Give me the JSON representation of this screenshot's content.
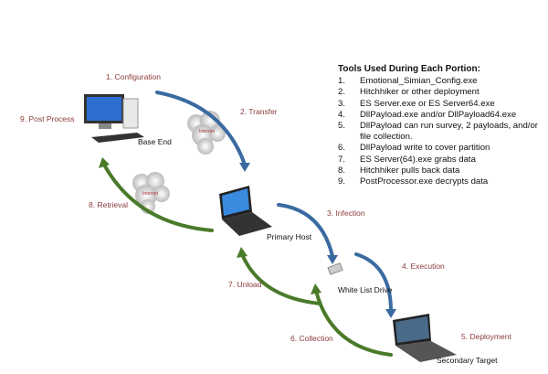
{
  "steps": {
    "s1": "1. Configuration",
    "s2": "2. Transfer",
    "s3": "3. Infection",
    "s4": "4. Execution",
    "s5": "5. Deployment",
    "s6": "6. Collection",
    "s7": "7. Unload",
    "s8": "8. Retrieval",
    "s9": "9. Post Process"
  },
  "devices": {
    "base": "Base End",
    "primary": "Primary Host",
    "usb": "White List Drive",
    "secondary": "Secondary Target"
  },
  "cloud_label": "Internet",
  "tools": {
    "title": "Tools Used During Each Portion:",
    "items": [
      {
        "n": "1.",
        "text": "Emotional_Simian_Config.exe"
      },
      {
        "n": "2.",
        "text": "Hitchhiker or other deployment"
      },
      {
        "n": "3.",
        "text": "ES Server.exe or ES Server64.exe"
      },
      {
        "n": "4.",
        "text": "DllPayload.exe and/or DllPayload64.exe"
      },
      {
        "n": "5.",
        "text": "DllPayload can run survey, 2 payloads, and/or file collection."
      },
      {
        "n": "6.",
        "text": "DllPayload write to cover partition"
      },
      {
        "n": "7.",
        "text": "ES Server(64).exe grabs data"
      },
      {
        "n": "8.",
        "text": "Hitchhiker pulls back data"
      },
      {
        "n": "9.",
        "text": "PostProcessor.exe decrypts data"
      }
    ]
  },
  "colors": {
    "blue_arrow": "#3a6aa0",
    "green_arrow": "#4a7a2a",
    "label": "#8b3a3a"
  }
}
